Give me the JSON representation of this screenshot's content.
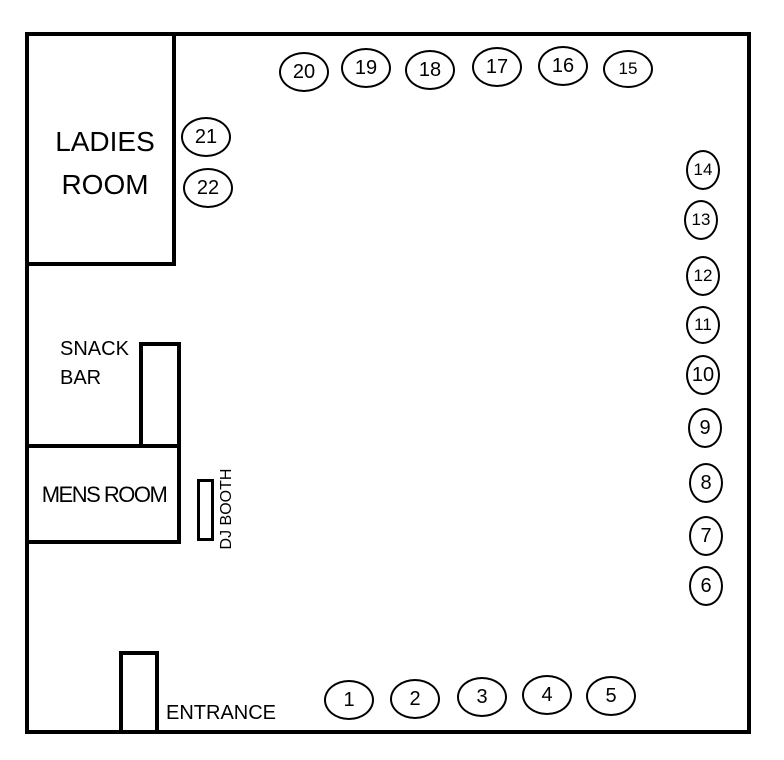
{
  "rooms": {
    "ladies": {
      "line1": "LADIES",
      "line2": "ROOM"
    },
    "snack": {
      "line1": "SNACK",
      "line2": "BAR"
    },
    "mens": "MENS ROOM",
    "dj": "DJ BOOTH",
    "entrance": "ENTRANCE"
  },
  "tables": {
    "t1": "1",
    "t2": "2",
    "t3": "3",
    "t4": "4",
    "t5": "5",
    "t6": "6",
    "t7": "7",
    "t8": "8",
    "t9": "9",
    "t10": "10",
    "t11": "11",
    "t12": "12",
    "t13": "13",
    "t14": "14",
    "t15": "15",
    "t16": "16",
    "t17": "17",
    "t18": "18",
    "t19": "19",
    "t20": "20",
    "t21": "21",
    "t22": "22"
  }
}
